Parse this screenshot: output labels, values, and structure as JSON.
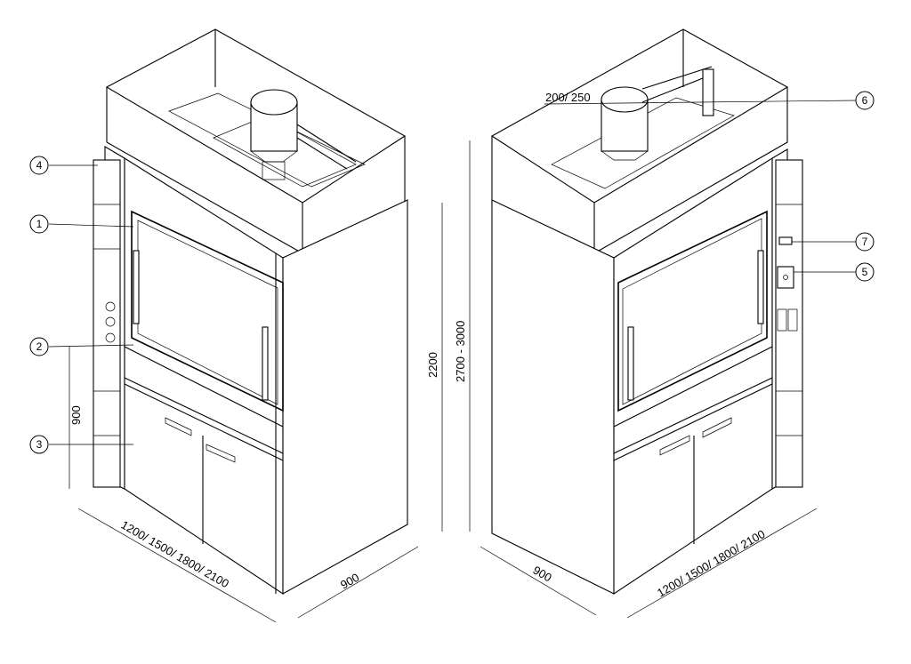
{
  "dimensions": {
    "left_width": "1200/ 1500/ 1800/ 2100",
    "left_depth": "900",
    "left_height_worktop": "900",
    "height_body": "2200",
    "height_total": "2700 - 3000",
    "duct_diameter": "200/ 250",
    "right_depth": "900",
    "right_width": "1200/ 1500/ 1800/ 2100"
  },
  "callouts": [
    "1",
    "2",
    "3",
    "4",
    "5",
    "6",
    "7"
  ]
}
